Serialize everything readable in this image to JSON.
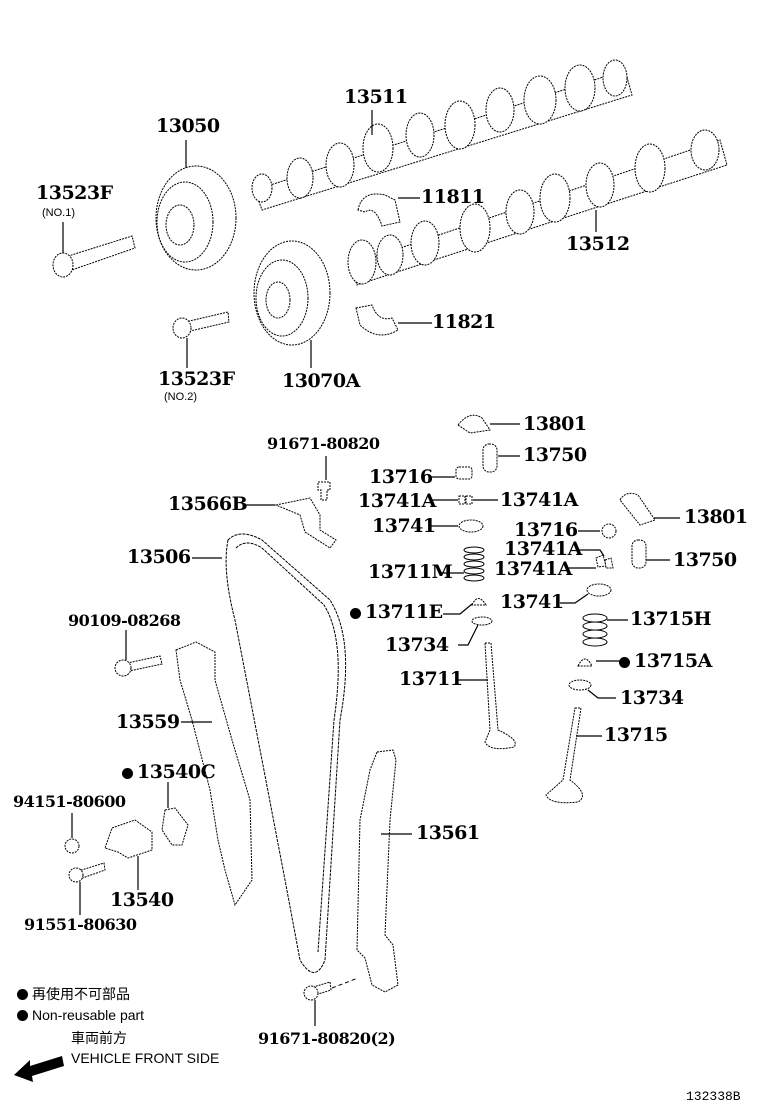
{
  "diagram": {
    "title": "Camshaft & Valve / Timing Chain parts diagram",
    "figure_code": "132338B",
    "parts": [
      {
        "id": "13511",
        "name": "camshaft"
      },
      {
        "id": "13050",
        "name": "camshaft timing gear assy"
      },
      {
        "id": "13523F",
        "qualifier": "(NO.1)",
        "name": "camshaft timing gear bolt no.1"
      },
      {
        "id": "11811",
        "name": "camshaft bearing cap"
      },
      {
        "id": "13512",
        "name": "camshaft no.2"
      },
      {
        "id": "11821",
        "name": "camshaft bearing cap no.2"
      },
      {
        "id": "13523F",
        "qualifier": "(NO.2)",
        "name": "camshaft timing gear bolt no.2"
      },
      {
        "id": "13070A",
        "name": "camshaft timing exhaust gear assy"
      },
      {
        "id": "13801",
        "name": "valve rocker arm (intake)"
      },
      {
        "id": "13750",
        "name": "valve lash adjuster (intake)"
      },
      {
        "id": "91671-80820",
        "name": "bolt"
      },
      {
        "id": "13716",
        "name": "valve stem cap (intake)"
      },
      {
        "id": "13741A",
        "name": "valve spring retainer lock (left)"
      },
      {
        "id": "13741A",
        "name": "valve spring retainer lock (right)"
      },
      {
        "id": "13566B",
        "name": "chain vibration damper"
      },
      {
        "id": "13741",
        "name": "valve spring retainer (intake)"
      },
      {
        "id": "13801",
        "name": "valve rocker arm (exhaust)"
      },
      {
        "id": "13716",
        "name": "valve stem cap (exhaust)"
      },
      {
        "id": "13741A",
        "name": "valve spring retainer lock upper (exhaust)"
      },
      {
        "id": "13741A",
        "name": "valve spring retainer lock lower (exhaust)"
      },
      {
        "id": "13506",
        "name": "timing chain"
      },
      {
        "id": "13750",
        "name": "valve lash adjuster (exhaust)"
      },
      {
        "id": "13711M",
        "name": "intake valve spring"
      },
      {
        "id": "13711E",
        "name": "intake valve stem oil seal",
        "non_reusable": true
      },
      {
        "id": "13741",
        "name": "valve spring retainer (exhaust)"
      },
      {
        "id": "90109-08268",
        "name": "bolt"
      },
      {
        "id": "13715H",
        "name": "exhaust valve spring"
      },
      {
        "id": "13734",
        "name": "valve spring seat (intake)"
      },
      {
        "id": "13715A",
        "name": "exhaust valve stem oil seal",
        "non_reusable": true
      },
      {
        "id": "13711",
        "name": "intake valve"
      },
      {
        "id": "13734",
        "name": "valve spring seat (exhaust)"
      },
      {
        "id": "13559",
        "name": "chain tensioner slipper"
      },
      {
        "id": "13715",
        "name": "exhaust valve"
      },
      {
        "id": "13540C",
        "name": "chain tensioner gasket",
        "non_reusable": true
      },
      {
        "id": "94151-80600",
        "name": "nut"
      },
      {
        "id": "13561",
        "name": "chain vibration damper no.1"
      },
      {
        "id": "13540",
        "name": "chain tensioner assy"
      },
      {
        "id": "91551-80630",
        "name": "bolt"
      },
      {
        "id": "91671-80820(2)",
        "name": "bolt (qty 2)"
      }
    ],
    "legend": {
      "non_reusable_jp": "再使用不可部品",
      "non_reusable_en": "Non-reusable part",
      "front_jp": "車両前方",
      "front_en": "VEHICLE FRONT SIDE"
    },
    "labels": {
      "l13511": "13511",
      "l13050": "13050",
      "l13523f_1": "13523F",
      "l13523f_1_q": "(NO.1)",
      "l11811": "11811",
      "l13512": "13512",
      "l11821": "11821",
      "l13523f_2": "13523F",
      "l13523f_2_q": "(NO.2)",
      "l13070a": "13070A",
      "l13801_a": "13801",
      "l91671_a": "91671-80820",
      "l13750_a": "13750",
      "l13716_a": "13716",
      "l13741a_1": "13741A",
      "l13741a_2": "13741A",
      "l13566b": "13566B",
      "l13741_a": "13741",
      "l13801_b": "13801",
      "l13716_b": "13716",
      "l13741a_3": "13741A",
      "l13506": "13506",
      "l13750_b": "13750",
      "l13711m": "13711M",
      "l13741a_4": "13741A",
      "l13711e": "13711E",
      "l13741_b": "13741",
      "l90109": "90109-08268",
      "l13715h": "13715H",
      "l13734_a": "13734",
      "l13715a": "13715A",
      "l13711": "13711",
      "l13734_b": "13734",
      "l13559": "13559",
      "l13715": "13715",
      "l13540c": "13540C",
      "l94151": "94151-80600",
      "l13561": "13561",
      "l13540": "13540",
      "l91551": "91551-80630",
      "l91671_b": "91671-80820(2)"
    }
  }
}
